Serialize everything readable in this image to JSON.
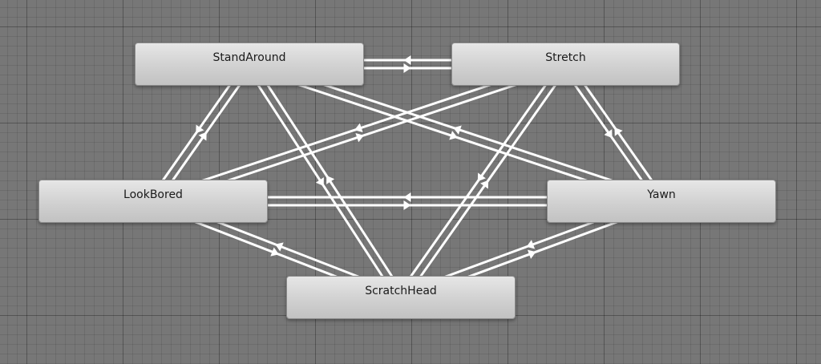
{
  "states": [
    {
      "id": "stand",
      "label": "StandAround"
    },
    {
      "id": "stretch",
      "label": "Stretch"
    },
    {
      "id": "look",
      "label": "LookBored"
    },
    {
      "id": "yawn",
      "label": "Yawn"
    },
    {
      "id": "scratch",
      "label": "ScratchHead"
    }
  ],
  "transitions": [
    {
      "from": "StandAround",
      "to": "Stretch"
    },
    {
      "from": "Stretch",
      "to": "StandAround"
    },
    {
      "from": "StandAround",
      "to": "LookBored"
    },
    {
      "from": "LookBored",
      "to": "StandAround"
    },
    {
      "from": "StandAround",
      "to": "Yawn"
    },
    {
      "from": "Yawn",
      "to": "StandAround"
    },
    {
      "from": "StandAround",
      "to": "ScratchHead"
    },
    {
      "from": "ScratchHead",
      "to": "StandAround"
    },
    {
      "from": "Stretch",
      "to": "LookBored"
    },
    {
      "from": "LookBored",
      "to": "Stretch"
    },
    {
      "from": "Stretch",
      "to": "Yawn"
    },
    {
      "from": "Yawn",
      "to": "Stretch"
    },
    {
      "from": "Stretch",
      "to": "ScratchHead"
    },
    {
      "from": "ScratchHead",
      "to": "Stretch"
    },
    {
      "from": "LookBored",
      "to": "Yawn"
    },
    {
      "from": "Yawn",
      "to": "LookBored"
    },
    {
      "from": "LookBored",
      "to": "ScratchHead"
    },
    {
      "from": "ScratchHead",
      "to": "LookBored"
    },
    {
      "from": "Yawn",
      "to": "ScratchHead"
    },
    {
      "from": "ScratchHead",
      "to": "Yawn"
    }
  ]
}
